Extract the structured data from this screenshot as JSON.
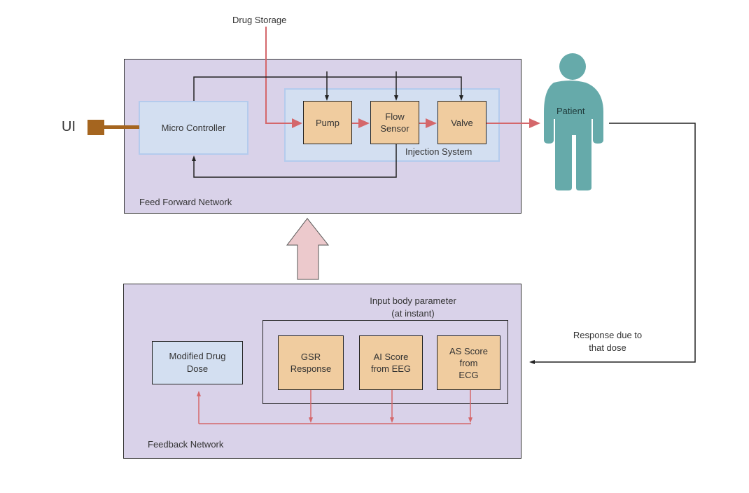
{
  "title": "Drug Delivery Feedback Control Diagram",
  "nodes": {
    "drug_storage": "Drug Storage",
    "ui": "UI",
    "micro_controller": "Micro Controller",
    "pump": "Pump",
    "flow_sensor": "Flow\nSensor",
    "valve": "Valve",
    "injection_system": "Injection System",
    "feed_forward_network": "Feed Forward Network",
    "patient": "Patient",
    "response": "Response due to\nthat dose",
    "input_body_parameter": "Input body parameter\n(at instant)",
    "modified_drug_dose": "Modified Drug\nDose",
    "gsr_response": "GSR\nResponse",
    "ai_score": "AI Score\nfrom EEG",
    "as_score": "AS Score\nfrom\nECG",
    "feedback_network": "Feedback Network"
  },
  "colors": {
    "panel": "#d9d2e9",
    "blue_box": "#d3dff1",
    "orange_box": "#f0cc9f",
    "flow_red": "#d4676b",
    "patient_teal": "#66aaaa",
    "ui_brown": "#a5651f",
    "big_arrow": "#ecc9cc"
  }
}
